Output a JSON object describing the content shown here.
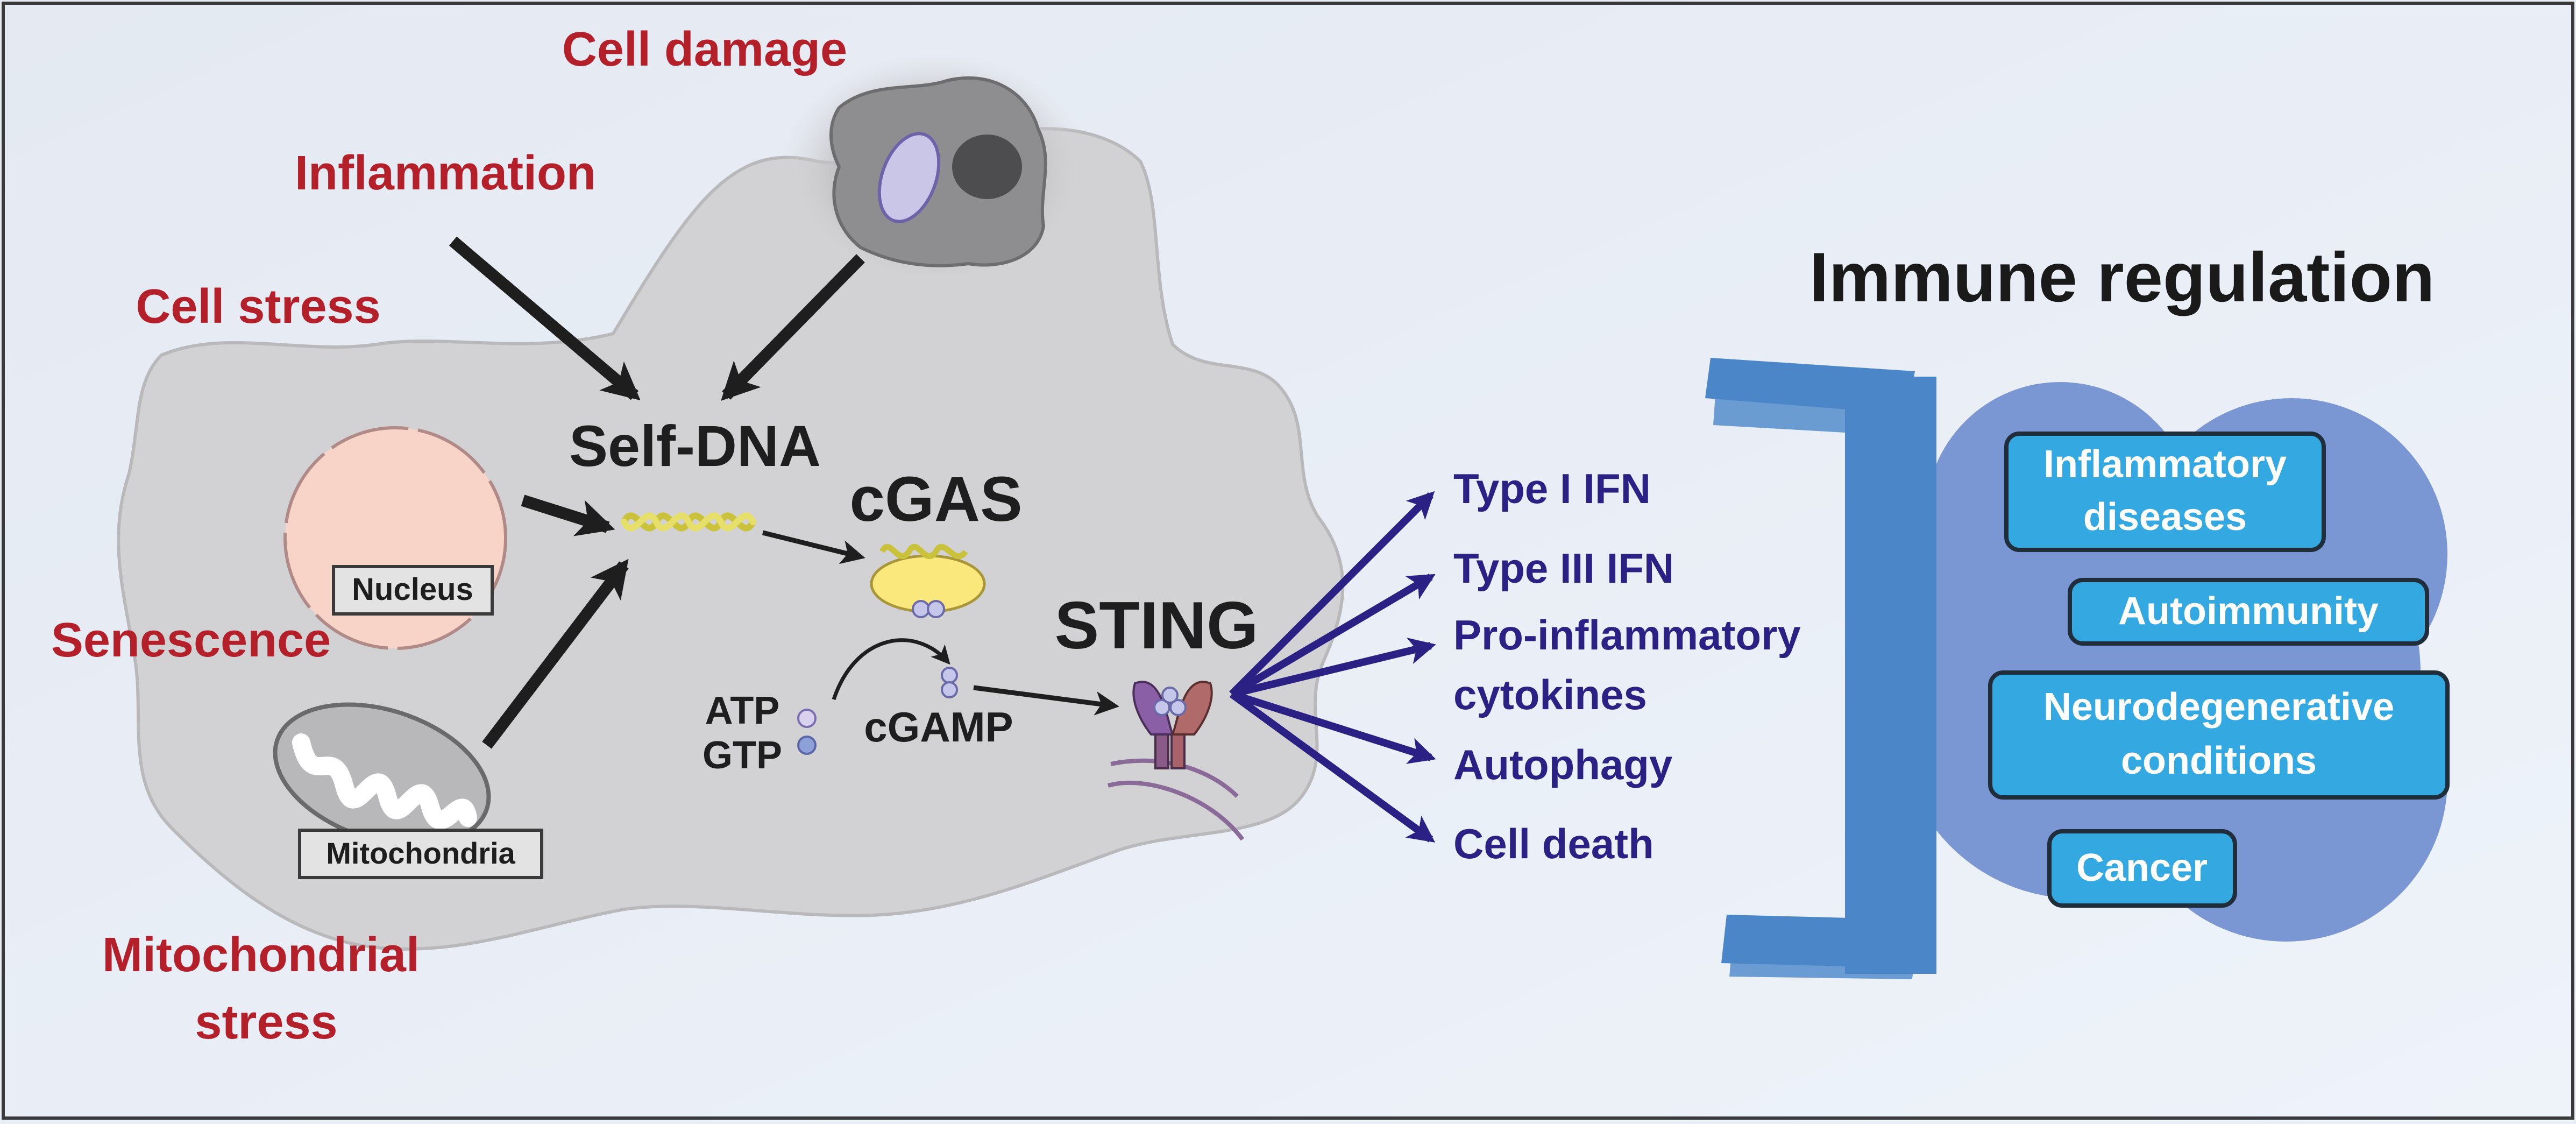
{
  "triggers": {
    "cell_damage": "Cell damage",
    "inflammation": "Inflammation",
    "cell_stress": "Cell stress",
    "senescence": "Senescence",
    "mito_stress_line1": "Mitochondrial",
    "mito_stress_line2": "stress"
  },
  "organelles": {
    "nucleus": "Nucleus",
    "mitochondria": "Mitochondria"
  },
  "pathway": {
    "self_dna": "Self-DNA",
    "cgas": "cGAS",
    "atp": "ATP",
    "gtp": "GTP",
    "cgamp": "cGAMP",
    "sting": "STING"
  },
  "outputs": {
    "type1_ifn": "Type I IFN",
    "type3_ifn": "Type III IFN",
    "pro_inflammatory_line1": "Pro-inflammatory",
    "pro_inflammatory_line2": "cytokines",
    "autophagy": "Autophagy",
    "cell_death": "Cell death"
  },
  "immune": {
    "title": "Immune regulation",
    "box1_line1": "Inflammatory",
    "box1_line2": "diseases",
    "box2": "Autoimmunity",
    "box3_line1": "Neurodegenerative",
    "box3_line2": "conditions",
    "box4": "Cancer"
  },
  "colors": {
    "trigger_red": "#b3202a",
    "output_navy": "#2b2185",
    "cell_gray": "#d2d2d4",
    "cloud_blue": "#7b97d3",
    "box_blue": "#34a9e1",
    "bracket_blue": "#4a86c8"
  }
}
